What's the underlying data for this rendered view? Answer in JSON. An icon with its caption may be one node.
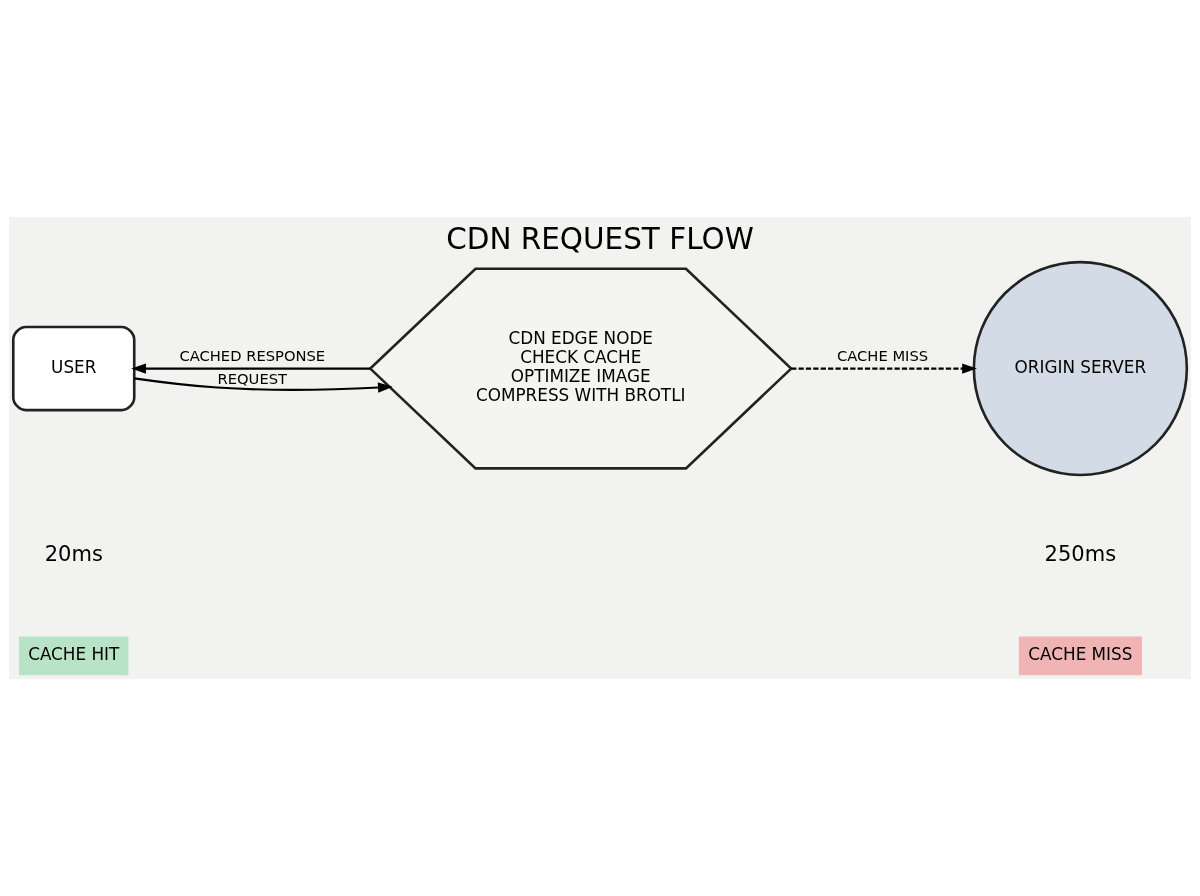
{
  "diagram": {
    "title": "CDN REQUEST FLOW",
    "nodes": [
      {
        "text": [
          "USER"
        ]
      },
      {
        "text": [
          "CDN EDGE NODE",
          "CHECK CACHE",
          "OPTIMIZE IMAGE",
          "COMPRESS WITH BROTLI"
        ]
      },
      {
        "text": [
          "ORIGIN SERVER"
        ]
      }
    ],
    "edges": [
      {
        "from": 0,
        "to": 1,
        "arrow": "to",
        "label": "REQUEST"
      },
      {
        "from": 1,
        "to": 0,
        "arrow": "to",
        "label": "CACHED RESPONSE"
      },
      {
        "from": 1,
        "to": 2,
        "arrow": "to",
        "label": "CACHE MISS",
        "style": "dashed"
      }
    ],
    "labels": [
      "20ms",
      "250ms",
      "CACHE HIT",
      "CACHE MISS"
    ]
  }
}
